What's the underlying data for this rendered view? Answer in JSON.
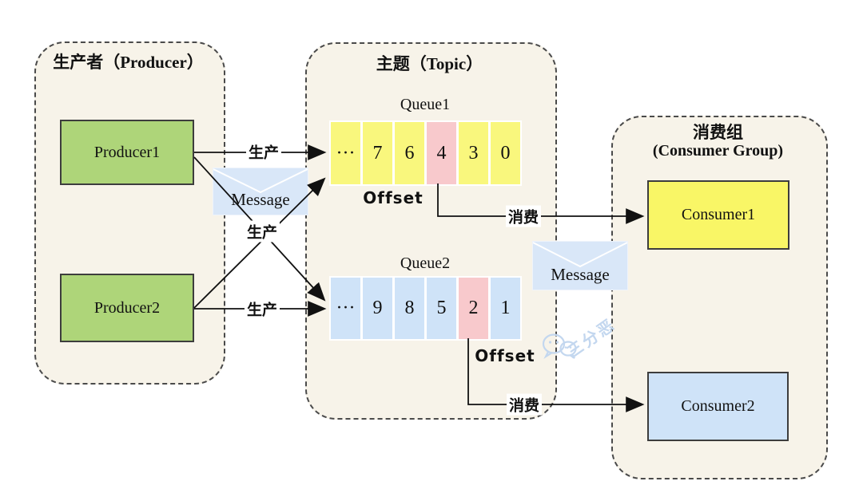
{
  "diagram_title": "Message queue producer/topic/consumer-group diagram",
  "producer_group": {
    "title": "生产者（Producer）",
    "producers": [
      "Producer1",
      "Producer2"
    ]
  },
  "topic": {
    "title": "主题（Topic）",
    "queues": [
      {
        "name": "Queue1",
        "cells": [
          "···",
          "7",
          "6",
          "4",
          "3",
          "0"
        ],
        "highlighted_cell": "4",
        "offset_label": "Offset"
      },
      {
        "name": "Queue2",
        "cells": [
          "···",
          "9",
          "8",
          "5",
          "2",
          "1"
        ],
        "highlighted_cell": "2",
        "offset_label": "Offset"
      }
    ]
  },
  "consumer_group": {
    "title": "消费组",
    "subtitle": "(Consumer Group)",
    "consumers": [
      "Consumer1",
      "Consumer2"
    ]
  },
  "envelopes": [
    "Message",
    "Message"
  ],
  "edge_labels": {
    "produce": [
      "生产",
      "生产",
      "生产"
    ],
    "consume": [
      "消费",
      "消费"
    ]
  },
  "watermark": {
    "text": "三分恶",
    "icon": "wechat-icon"
  },
  "colors": {
    "container_fill": "#f7f3e9",
    "container_border": "#4a4a4a",
    "producer_green": "#aed579",
    "queue_yellow": "#f9f77d",
    "queue_blue": "#cfe3f8",
    "highlight_pink": "#f8c9cc",
    "consumer_yellow": "#f9f666",
    "consumer_blue": "#cfe3f8",
    "envelope_blue": "#d9e7f8",
    "watermark_blue": "#c3d7ef",
    "ink": "#111111"
  }
}
